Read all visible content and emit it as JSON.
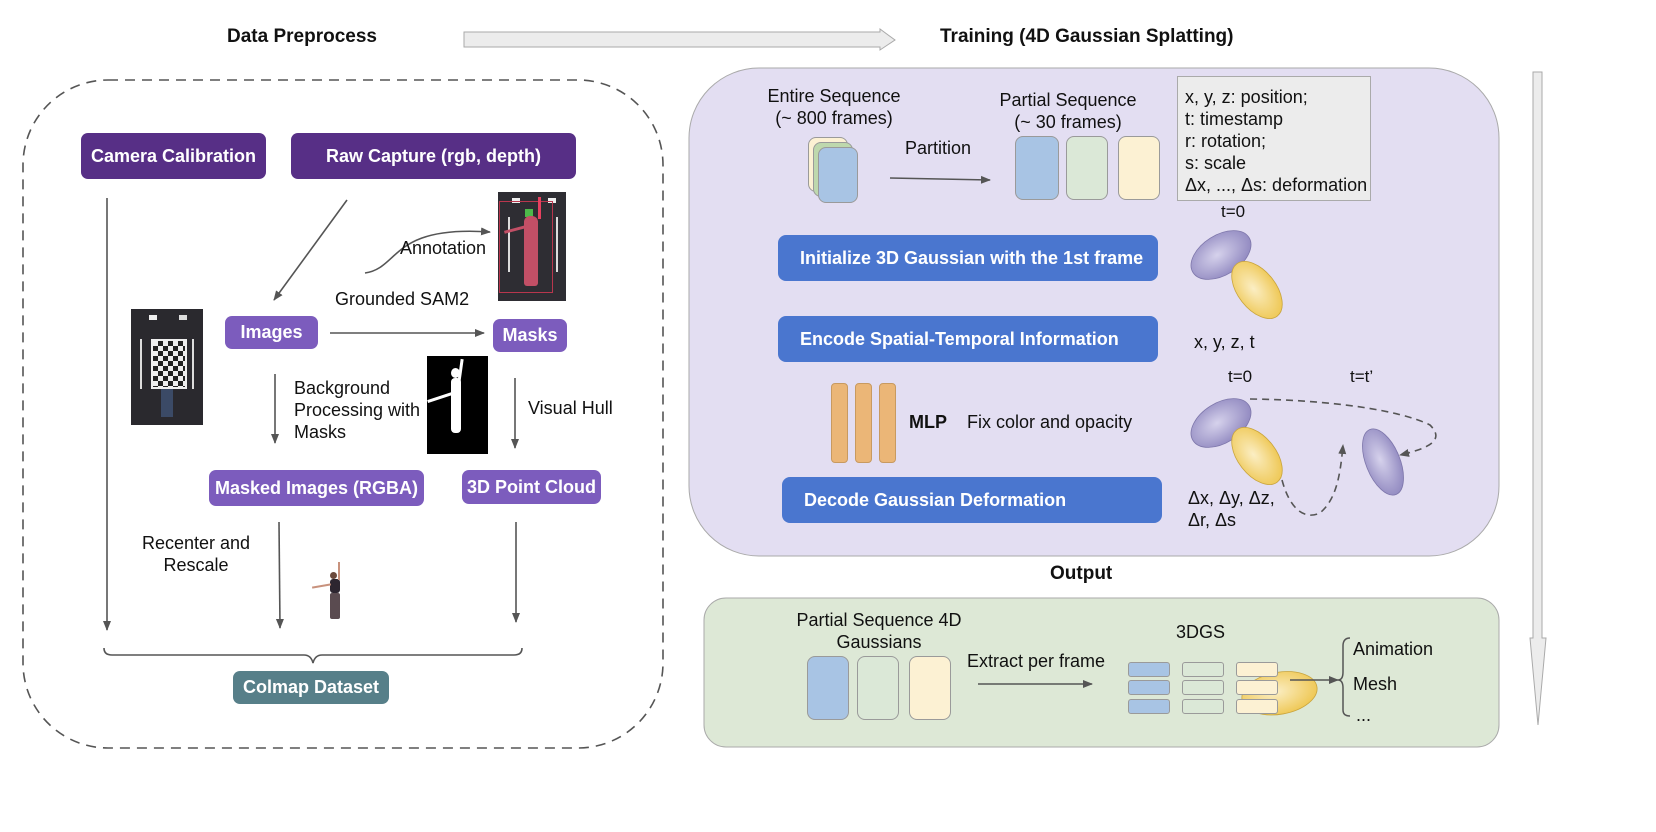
{
  "headers": {
    "data_preprocess": "Data Preprocess",
    "training": "Training (4D Gaussian Splatting)",
    "output": "Output"
  },
  "preprocess": {
    "camera_calibration": "Camera Calibration",
    "raw_capture": "Raw Capture (rgb, depth)",
    "images": "Images",
    "masks": "Masks",
    "annotation": "Annotation",
    "grounded_sam2": "Grounded SAM2",
    "background_processing": [
      "Background",
      "Processing with",
      "Masks"
    ],
    "visual_hull": "Visual Hull",
    "masked_images": "Masked Images (RGBA)",
    "point_cloud": "3D Point Cloud",
    "recenter": [
      "Recenter and",
      "Rescale"
    ],
    "colmap_dataset": "Colmap Dataset",
    "images_list": [
      "calibration-board-photo",
      "annotated-dancer-photo",
      "silhouette-mask",
      "masked-dancer-photo"
    ]
  },
  "training": {
    "entire_sequence": [
      "Entire Sequence",
      "(~ 800 frames)"
    ],
    "partition": "Partition",
    "partial_sequence": [
      "Partial Sequence",
      "(~ 30 frames)"
    ],
    "legend": [
      "x, y, z: position;",
      "t: timestamp",
      "r: rotation;",
      "s: scale",
      "Δx, ..., Δs: deformation"
    ],
    "t0_label": "t=0",
    "init_step": "Initialize 3D Gaussian with the 1st frame",
    "encode_step": "Encode Spatial-Temporal Information",
    "xyzt": "x, y, z, t",
    "mlp": "MLP",
    "fix_color": "Fix color and opacity",
    "decode_step": "Decode Gaussian Deformation",
    "t0_label2": "t=0",
    "tprime_label": "t=t’",
    "deltas": [
      "Δx, Δy, Δz,",
      "Δr, Δs"
    ]
  },
  "output": {
    "partial_4d": [
      "Partial Sequence 4D",
      "Gaussians"
    ],
    "extract": "Extract per frame",
    "gs3d": "3DGS",
    "results": [
      "Animation",
      "Mesh",
      "..."
    ]
  },
  "colors": {
    "dark_purple": "#572f86",
    "mid_purple": "#7c5cbd",
    "teal": "#577f89",
    "step_blue": "#4a76cf",
    "training_bg": "#e3def2",
    "output_bg": "#dde8d6",
    "mlp_orange": "#ebb677",
    "gauss_purple": "#9b93c6",
    "gauss_yellow": "#f1cd62"
  }
}
